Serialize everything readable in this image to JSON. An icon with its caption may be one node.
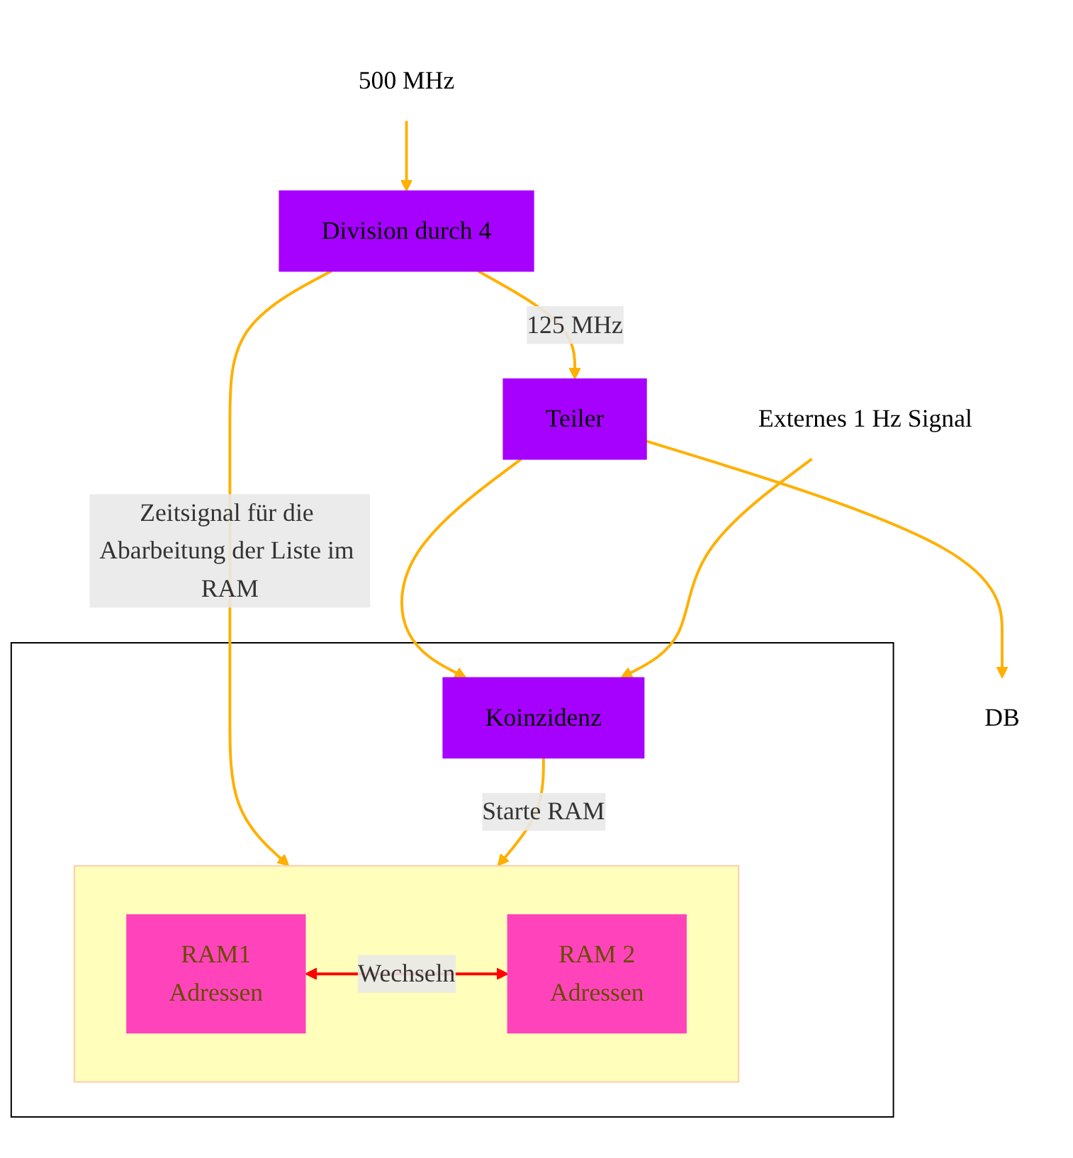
{
  "diagram": {
    "nodes": [
      {
        "text": [
          "500 MHz"
        ]
      },
      {
        "text": [
          "Division durch 4"
        ]
      },
      {
        "text": [
          "Teiler"
        ]
      },
      {
        "text": [],
        "shape": "box"
      },
      {
        "text": [
          "Koinzidenz"
        ],
        "in": 3
      },
      {
        "text": [],
        "shape": "box",
        "in": 3
      },
      {
        "text": [
          "RAM1",
          "Adressen"
        ],
        "in": 5
      },
      {
        "text": [
          "RAM 2",
          "Adressen"
        ],
        "in": 5
      },
      {
        "text": [
          "Externes 1 Hz Signal"
        ]
      },
      {
        "text": [
          "DB"
        ]
      }
    ],
    "edges": [
      {
        "from": 0,
        "to": 1,
        "arrow": "to"
      },
      {
        "from": 1,
        "to": 2,
        "arrow": "to",
        "label": "125 MHz"
      },
      {
        "from": 2,
        "to": 4,
        "arrow": "to"
      },
      {
        "from": 2,
        "to": 9,
        "arrow": "to"
      },
      {
        "from": 1,
        "to": 5,
        "arrow": "to",
        "label": "Zeitsignal für die Abarbeitung der Liste im RAM"
      },
      {
        "from": 8,
        "to": 4,
        "arrow": "to"
      },
      {
        "from": 4,
        "to": 5,
        "arrow": "to",
        "label": "Starte RAM"
      },
      {
        "from": 6,
        "to": 7,
        "arrow": "both",
        "label": "Wechseln",
        "color": "#ff0000"
      }
    ]
  }
}
